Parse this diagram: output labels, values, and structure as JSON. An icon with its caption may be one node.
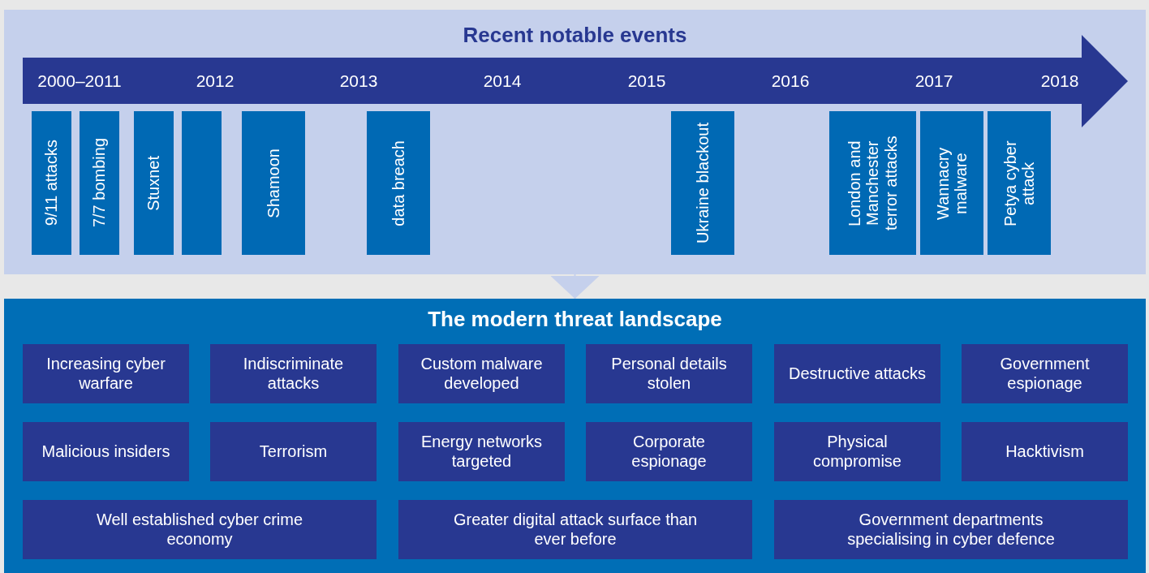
{
  "diagram": {
    "nodes": [
      {
        "text": [
          "Recent notable events"
        ]
      },
      {
        "text": [
          "9/11 attacks"
        ],
        "in": 0
      },
      {
        "text": [
          "7/7 bombing"
        ],
        "in": 0
      },
      {
        "text": [
          "Stuxnet"
        ],
        "in": 0
      },
      {
        "text": [],
        "shape": "box",
        "in": 0
      },
      {
        "text": [
          "Shamoon"
        ],
        "in": 0
      },
      {
        "text": [
          "data breach"
        ],
        "in": 0
      },
      {
        "text": [
          "Ukraine blackout"
        ],
        "in": 0
      },
      {
        "text": [
          "London and Manchester terror attacks"
        ],
        "in": 0
      },
      {
        "text": [
          "Wannacry malware"
        ],
        "in": 0
      },
      {
        "text": [
          "Petya cyber attack"
        ],
        "in": 0
      },
      {
        "text": [
          "The modern threat landscape"
        ]
      },
      {
        "text": [
          "Increasing cyber warfare"
        ],
        "in": 11
      },
      {
        "text": [
          "Indiscriminate attacks"
        ],
        "in": 11
      },
      {
        "text": [
          "Custom malware developed"
        ],
        "in": 11
      },
      {
        "text": [
          "Personal details stolen"
        ],
        "in": 11
      },
      {
        "text": [
          "Destructive attacks"
        ],
        "in": 11
      },
      {
        "text": [
          "Government espionage"
        ],
        "in": 11
      },
      {
        "text": [
          "Malicious insiders"
        ],
        "in": 11
      },
      {
        "text": [
          "Terrorism"
        ],
        "in": 11
      },
      {
        "text": [
          "Energy networks targeted"
        ],
        "in": 11
      },
      {
        "text": [
          "Corporate espionage"
        ],
        "in": 11
      },
      {
        "text": [
          "Physical compromise"
        ],
        "in": 11
      },
      {
        "text": [
          "Hacktivism"
        ],
        "in": 11
      },
      {
        "text": [
          "Well established cyber crime economy"
        ],
        "in": 11
      },
      {
        "text": [
          "Greater digital attack surface than ever before"
        ],
        "in": 11
      },
      {
        "text": [
          "Government  departments specialising in cyber defence"
        ],
        "in": 11
      }
    ],
    "edges": [
      {
        "from": 0,
        "to": 11,
        "arrow": "to"
      }
    ],
    "labels": [
      "2000–2011",
      "2012",
      "2013",
      "2014",
      "2015",
      "2016",
      "2017",
      "2018"
    ]
  }
}
